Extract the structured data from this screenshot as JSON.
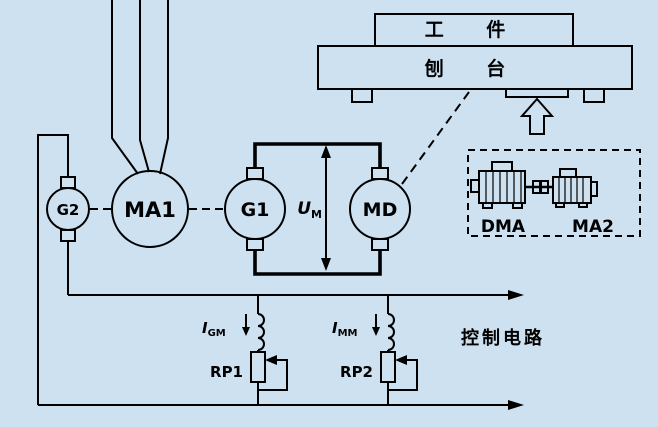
{
  "page": {
    "background": "#cde1f1",
    "line_color": "#000000"
  },
  "diagram": {
    "top_assembly": {
      "workpiece_label": "工 件",
      "planer_table_label": "刨 台"
    },
    "machines": {
      "exciter": "G2",
      "drive_motor": "MA1",
      "generator": "G1",
      "work_motor": "MD"
    },
    "aux_machine_box": {
      "left_label": "DMA",
      "right_label": "MA2"
    },
    "voltage_label": {
      "base": "U",
      "sub": "M"
    },
    "field_currents": {
      "left": {
        "base": "I",
        "sub": "GM"
      },
      "right": {
        "base": "I",
        "sub": "MM"
      }
    },
    "potentiometers": {
      "left": "RP1",
      "right": "RP2"
    },
    "control_circuit_label": "控制电路"
  }
}
